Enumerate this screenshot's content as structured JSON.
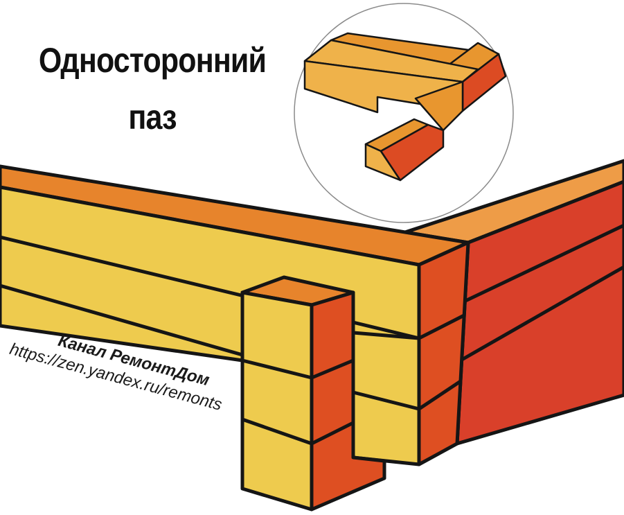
{
  "title": {
    "line1": "Односторонний",
    "line2": "паз"
  },
  "watermark": {
    "channel": "Канал РемонтДом",
    "url": "https://zen.yandex.ru/remonts"
  },
  "palette": {
    "beam_front_yellow": "#eecb4e",
    "beam_top_orange": "#e7842c",
    "beam_end_red_orange": "#de4f22",
    "beam_side_red": "#d9402a",
    "beam_top_light_orange": "#ee9c47",
    "inset_yellow": "#efb24a",
    "inset_orange": "#e8962f",
    "inset_red": "#dc4b23",
    "outline": "#151515"
  }
}
